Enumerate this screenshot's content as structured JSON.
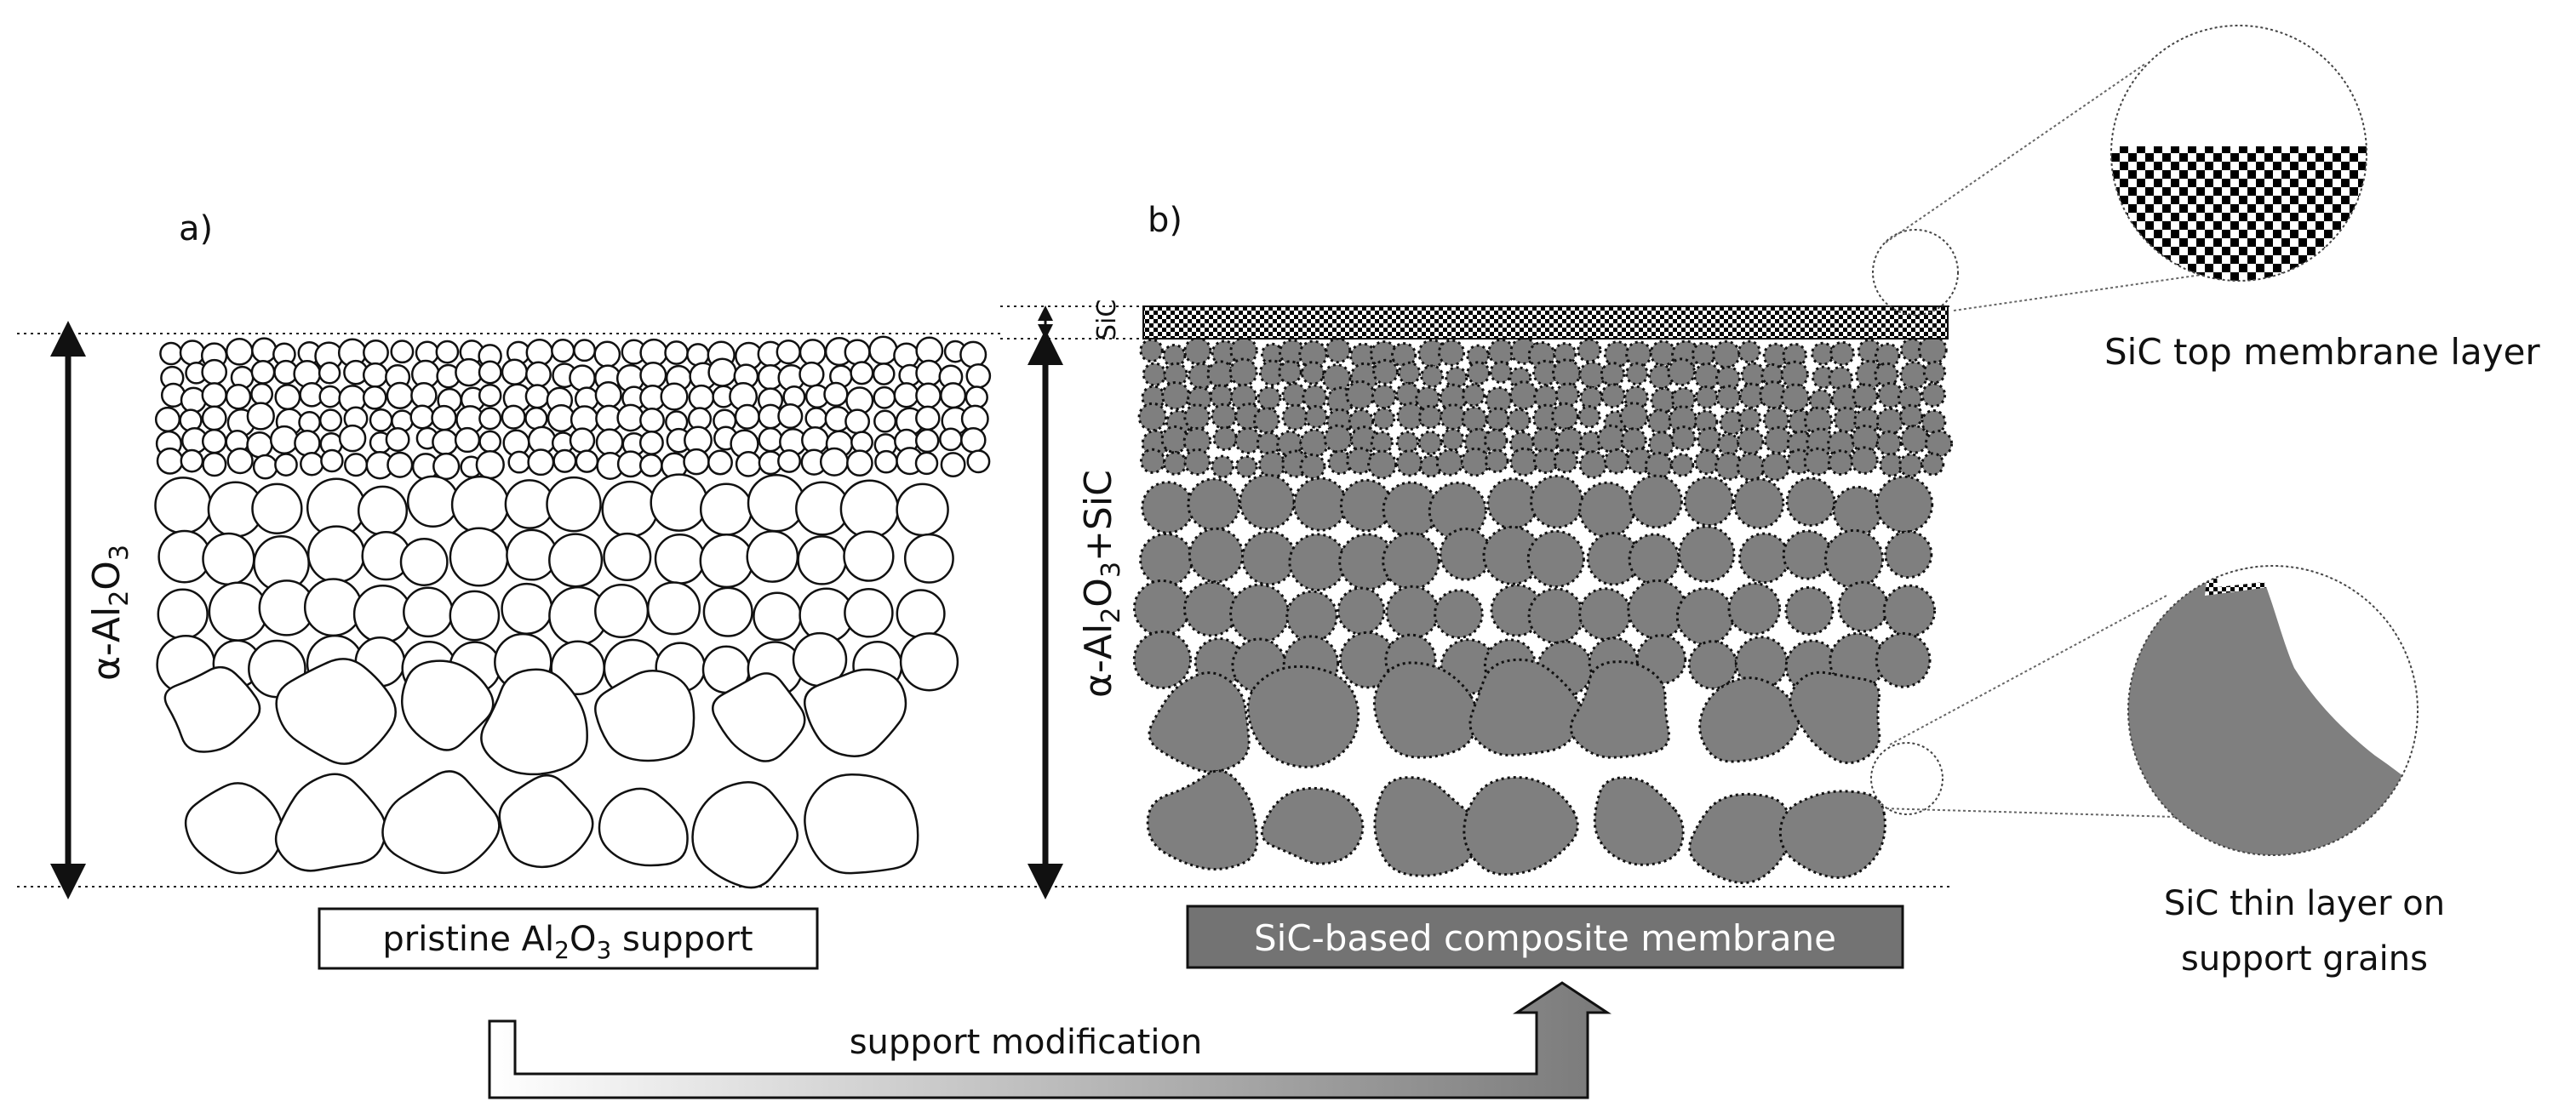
{
  "panel_a": {
    "tag": "a)",
    "axis_label": {
      "prefix": "α-Al",
      "sub1": "2",
      "mid": "O",
      "sub2": "3"
    },
    "caption": {
      "prefix": "pristine Al",
      "sub1": "2",
      "mid": "O",
      "sub2": "3",
      "suffix": " support"
    }
  },
  "panel_b": {
    "tag": "b)",
    "top_label": "SiC",
    "axis_label": {
      "prefix": "α-Al",
      "sub1": "2",
      "mid": "O",
      "sub2": "3",
      "suffix": "+SiC"
    },
    "caption": "SiC-based composite membrane"
  },
  "arrow_label": "support modification",
  "zoom_top": {
    "label": "SiC top membrane layer"
  },
  "zoom_bottom": {
    "label_line1": "SiC thin layer on",
    "label_line2": "support grains"
  },
  "colors": {
    "grain_fill": "#7f7f7f",
    "caption_fill": "#737373",
    "outline": "#111111",
    "white": "#ffffff"
  }
}
